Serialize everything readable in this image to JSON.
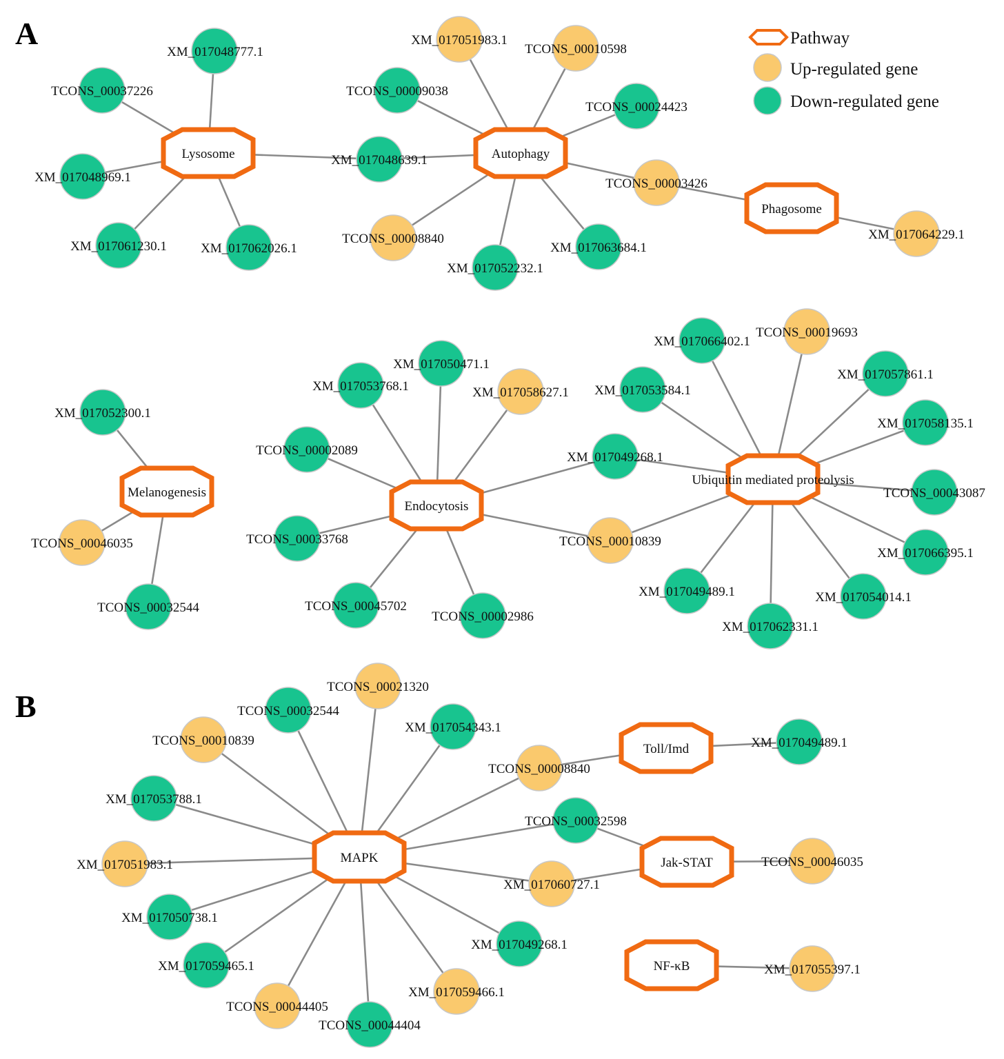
{
  "panels": [
    "A",
    "B"
  ],
  "legend": {
    "pathway": "Pathway",
    "up": "Up-regulated gene",
    "down": "Down-regulated gene"
  },
  "colors": {
    "pathway_stroke": "#f06a12",
    "up": "#fac96d",
    "down": "#18c48f",
    "edge": "#8a8a8a",
    "node_border": "#c8c8c8"
  },
  "pathways": [
    {
      "id": "lysosome",
      "label": "Lysosome"
    },
    {
      "id": "autophagy",
      "label": "Autophagy"
    },
    {
      "id": "phagosome",
      "label": "Phagosome"
    },
    {
      "id": "melanogenesis",
      "label": "Melanogenesis"
    },
    {
      "id": "endocytosis",
      "label": "Endocytosis"
    },
    {
      "id": "ubiquitin",
      "label": "Ubiquitin mediated proteolysis"
    },
    {
      "id": "mapk",
      "label": "MAPK"
    },
    {
      "id": "tollimd",
      "label": "Toll/Imd"
    },
    {
      "id": "jakstat",
      "label": "Jak-STAT"
    },
    {
      "id": "nfkb",
      "label": "NF-κB"
    }
  ],
  "genes": [
    {
      "id": "a1",
      "label": "XM_017048777.1",
      "reg": "down"
    },
    {
      "id": "a2",
      "label": "TCONS_00037226",
      "reg": "down"
    },
    {
      "id": "a3",
      "label": "XM_017048969.1",
      "reg": "down"
    },
    {
      "id": "a4",
      "label": "XM_017061230.1",
      "reg": "down"
    },
    {
      "id": "a5",
      "label": "XM_017062026.1",
      "reg": "down"
    },
    {
      "id": "a6",
      "label": "XM_017048639.1",
      "reg": "down"
    },
    {
      "id": "a7",
      "label": "XM_017051983.1",
      "reg": "up"
    },
    {
      "id": "a8",
      "label": "TCONS_00010598",
      "reg": "up"
    },
    {
      "id": "a9",
      "label": "TCONS_00009038",
      "reg": "down"
    },
    {
      "id": "a10",
      "label": "TCONS_00024423",
      "reg": "down"
    },
    {
      "id": "a11",
      "label": "TCONS_00003426",
      "reg": "up"
    },
    {
      "id": "a12",
      "label": "TCONS_00008840",
      "reg": "up"
    },
    {
      "id": "a13",
      "label": "XM_017052232.1",
      "reg": "down"
    },
    {
      "id": "a14",
      "label": "XM_017063684.1",
      "reg": "down"
    },
    {
      "id": "a15",
      "label": "XM_017064229.1",
      "reg": "up"
    },
    {
      "id": "m1",
      "label": "XM_017052300.1",
      "reg": "down"
    },
    {
      "id": "m2",
      "label": "TCONS_00046035",
      "reg": "up"
    },
    {
      "id": "m3",
      "label": "TCONS_00032544",
      "reg": "down"
    },
    {
      "id": "e1",
      "label": "XM_017053768.1",
      "reg": "down"
    },
    {
      "id": "e2",
      "label": "XM_017050471.1",
      "reg": "down"
    },
    {
      "id": "e3",
      "label": "XM_017058627.1",
      "reg": "up"
    },
    {
      "id": "e4",
      "label": "TCONS_00002089",
      "reg": "down"
    },
    {
      "id": "e5",
      "label": "TCONS_00033768",
      "reg": "down"
    },
    {
      "id": "e6",
      "label": "TCONS_00045702",
      "reg": "down"
    },
    {
      "id": "e7",
      "label": "TCONS_00002986",
      "reg": "down"
    },
    {
      "id": "e8",
      "label": "XM_017049268.1",
      "reg": "down"
    },
    {
      "id": "e9",
      "label": "TCONS_00010839",
      "reg": "up"
    },
    {
      "id": "u1",
      "label": "XM_017066402.1",
      "reg": "down"
    },
    {
      "id": "u2",
      "label": "TCONS_00019693",
      "reg": "up"
    },
    {
      "id": "u3",
      "label": "XM_017057861.1",
      "reg": "down"
    },
    {
      "id": "u4",
      "label": "XM_017053584.1",
      "reg": "down"
    },
    {
      "id": "u5",
      "label": "XM_017058135.1",
      "reg": "down"
    },
    {
      "id": "u6",
      "label": "TCONS_00043087",
      "reg": "down"
    },
    {
      "id": "u7",
      "label": "XM_017066395.1",
      "reg": "down"
    },
    {
      "id": "u8",
      "label": "XM_017054014.1",
      "reg": "down"
    },
    {
      "id": "u9",
      "label": "XM_017062331.1",
      "reg": "down"
    },
    {
      "id": "u10",
      "label": "XM_017049489.1",
      "reg": "down"
    },
    {
      "id": "b1",
      "label": "TCONS_00021320",
      "reg": "up"
    },
    {
      "id": "b2",
      "label": "TCONS_00032544",
      "reg": "down"
    },
    {
      "id": "b3",
      "label": "XM_017054343.1",
      "reg": "down"
    },
    {
      "id": "b4",
      "label": "TCONS_00010839",
      "reg": "up"
    },
    {
      "id": "b5",
      "label": "XM_017053788.1",
      "reg": "down"
    },
    {
      "id": "b6",
      "label": "TCONS_00008840",
      "reg": "up"
    },
    {
      "id": "b7",
      "label": "XM_017049489.1",
      "reg": "down"
    },
    {
      "id": "b8",
      "label": "TCONS_00032598",
      "reg": "down"
    },
    {
      "id": "b9",
      "label": "XM_017051983.1",
      "reg": "up"
    },
    {
      "id": "b10",
      "label": "XM_017060727.1",
      "reg": "up"
    },
    {
      "id": "b11",
      "label": "TCONS_00046035",
      "reg": "up"
    },
    {
      "id": "b12",
      "label": "XM_017050738.1",
      "reg": "down"
    },
    {
      "id": "b13",
      "label": "XM_017059465.1",
      "reg": "down"
    },
    {
      "id": "b14",
      "label": "XM_017049268.1",
      "reg": "down"
    },
    {
      "id": "b15",
      "label": "TCONS_00044405",
      "reg": "up"
    },
    {
      "id": "b16",
      "label": "TCONS_00044404",
      "reg": "down"
    },
    {
      "id": "b17",
      "label": "XM_017059466.1",
      "reg": "up"
    },
    {
      "id": "b18",
      "label": "XM_017055397.1",
      "reg": "up"
    }
  ],
  "edges": [
    [
      "lysosome",
      "a1"
    ],
    [
      "lysosome",
      "a2"
    ],
    [
      "lysosome",
      "a3"
    ],
    [
      "lysosome",
      "a4"
    ],
    [
      "lysosome",
      "a5"
    ],
    [
      "lysosome",
      "a6"
    ],
    [
      "autophagy",
      "a6"
    ],
    [
      "autophagy",
      "a7"
    ],
    [
      "autophagy",
      "a8"
    ],
    [
      "autophagy",
      "a9"
    ],
    [
      "autophagy",
      "a10"
    ],
    [
      "autophagy",
      "a11"
    ],
    [
      "autophagy",
      "a12"
    ],
    [
      "autophagy",
      "a13"
    ],
    [
      "autophagy",
      "a14"
    ],
    [
      "phagosome",
      "a11"
    ],
    [
      "phagosome",
      "a15"
    ],
    [
      "melanogenesis",
      "m1"
    ],
    [
      "melanogenesis",
      "m2"
    ],
    [
      "melanogenesis",
      "m3"
    ],
    [
      "endocytosis",
      "e1"
    ],
    [
      "endocytosis",
      "e2"
    ],
    [
      "endocytosis",
      "e3"
    ],
    [
      "endocytosis",
      "e4"
    ],
    [
      "endocytosis",
      "e5"
    ],
    [
      "endocytosis",
      "e6"
    ],
    [
      "endocytosis",
      "e7"
    ],
    [
      "endocytosis",
      "e8"
    ],
    [
      "endocytosis",
      "e9"
    ],
    [
      "ubiquitin",
      "e8"
    ],
    [
      "ubiquitin",
      "e9"
    ],
    [
      "ubiquitin",
      "u1"
    ],
    [
      "ubiquitin",
      "u2"
    ],
    [
      "ubiquitin",
      "u3"
    ],
    [
      "ubiquitin",
      "u4"
    ],
    [
      "ubiquitin",
      "u5"
    ],
    [
      "ubiquitin",
      "u6"
    ],
    [
      "ubiquitin",
      "u7"
    ],
    [
      "ubiquitin",
      "u8"
    ],
    [
      "ubiquitin",
      "u9"
    ],
    [
      "ubiquitin",
      "u10"
    ],
    [
      "mapk",
      "b1"
    ],
    [
      "mapk",
      "b2"
    ],
    [
      "mapk",
      "b3"
    ],
    [
      "mapk",
      "b4"
    ],
    [
      "mapk",
      "b5"
    ],
    [
      "mapk",
      "b6"
    ],
    [
      "mapk",
      "b8"
    ],
    [
      "mapk",
      "b9"
    ],
    [
      "mapk",
      "b10"
    ],
    [
      "mapk",
      "b12"
    ],
    [
      "mapk",
      "b13"
    ],
    [
      "mapk",
      "b14"
    ],
    [
      "mapk",
      "b15"
    ],
    [
      "mapk",
      "b16"
    ],
    [
      "mapk",
      "b17"
    ],
    [
      "tollimd",
      "b6"
    ],
    [
      "tollimd",
      "b7"
    ],
    [
      "jakstat",
      "b8"
    ],
    [
      "jakstat",
      "b10"
    ],
    [
      "jakstat",
      "b11"
    ],
    [
      "nfkb",
      "b18"
    ]
  ]
}
